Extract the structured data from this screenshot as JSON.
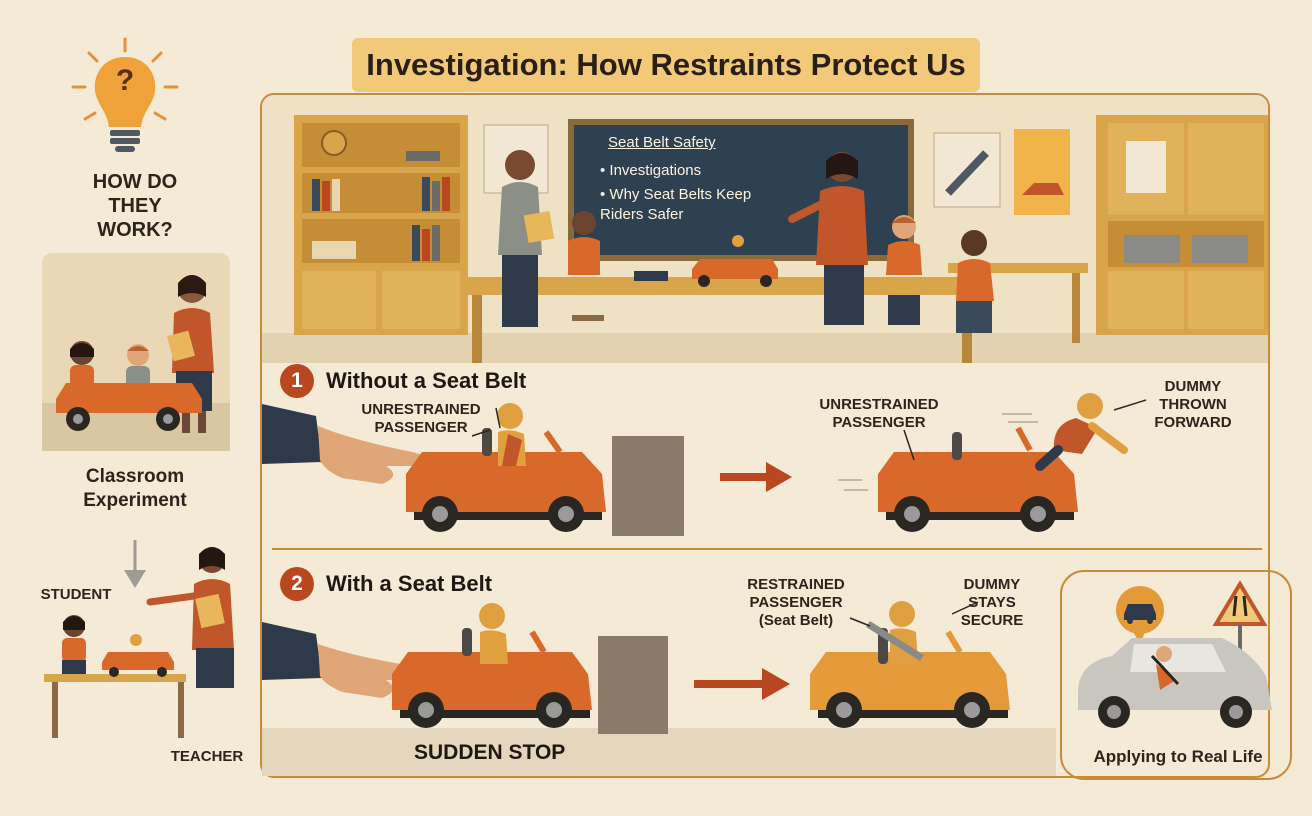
{
  "title": "Investigation: How Restraints Protect Us",
  "left_panel": {
    "question": "HOW DO THEY WORK?",
    "question_mark": "?",
    "experiment_label": "Classroom Experiment",
    "student_label": "STUDENT",
    "teacher_label": "TEACHER"
  },
  "chalkboard": {
    "heading": "Seat Belt Safety",
    "bullets": [
      "Investigations",
      "Why Seat Belts Keep Riders Safer"
    ]
  },
  "step1": {
    "number": "1",
    "heading": "Without a Seat Belt",
    "left_caption": "UNRESTRAINED PASSENGER",
    "right_caption": "UNRESTRAINED PASSENGER",
    "result_caption": "DUMMY THROWN FORWARD"
  },
  "step2": {
    "number": "2",
    "heading": "With a Seat Belt",
    "right_caption": "RESTRAINED PASSENGER (Seat Belt)",
    "result_caption": "DUMMY STAYS SECURE",
    "bottom_caption": "SUDDEN STOP"
  },
  "real_life": {
    "caption": "Applying to Real Life"
  },
  "colors": {
    "background": "#f4ead6",
    "banner": "#f2c978",
    "accent": "#b9471f",
    "car": "#d9692a",
    "chalkboard": "#2e4150",
    "wood": "#d9a54a"
  }
}
